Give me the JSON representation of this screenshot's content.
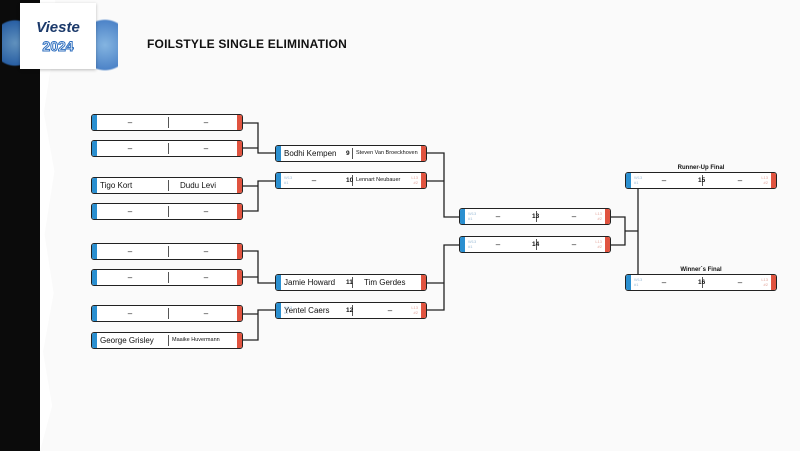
{
  "logo": {
    "word": "Vieste",
    "year": "2024"
  },
  "title": "FOILSTYLE SINGLE ELIMINATION",
  "placeholder": {
    "top": "W13",
    "bottom": "#1",
    "top_l": "L13",
    "bottom_l": "#2"
  },
  "matches": [
    {
      "id": "m1",
      "p1": "–",
      "p2": "–"
    },
    {
      "id": "m2",
      "p1": "–",
      "p2": "–"
    },
    {
      "id": "m3",
      "p1": "Tigo Kort",
      "p2": "Dudu Levi"
    },
    {
      "id": "m4",
      "p1": "–",
      "p2": "–"
    },
    {
      "id": "m5",
      "p1": "–",
      "p2": "–"
    },
    {
      "id": "m6",
      "p1": "–",
      "p2": "–"
    },
    {
      "id": "m7",
      "p1": "–",
      "p2": "–"
    },
    {
      "id": "m8",
      "p1": "George Grisley",
      "p2": "Maaike Huvermann"
    },
    {
      "id": "m9",
      "p1": "Bodhi Kempen",
      "p2": "Steven Van Broeckhoven",
      "num": "9"
    },
    {
      "id": "m10",
      "p1": "–",
      "p2": "Lennart Neubauer",
      "num": "10"
    },
    {
      "id": "m11",
      "p1": "Jamie Howard",
      "p2": "Tim Gerdes",
      "num": "11"
    },
    {
      "id": "m12",
      "p1": "Yentel Caers",
      "p2": "–",
      "num": "12"
    },
    {
      "id": "m13",
      "p1": "–",
      "p2": "–",
      "num": "13"
    },
    {
      "id": "m14",
      "p1": "–",
      "p2": "–",
      "num": "14"
    },
    {
      "id": "m15",
      "p1": "–",
      "p2": "–",
      "num": "15"
    },
    {
      "id": "m16",
      "p1": "–",
      "p2": "–",
      "num": "16"
    }
  ],
  "finals": {
    "runner_up": "Runner-Up Final",
    "winner": "Winner´s Final"
  }
}
